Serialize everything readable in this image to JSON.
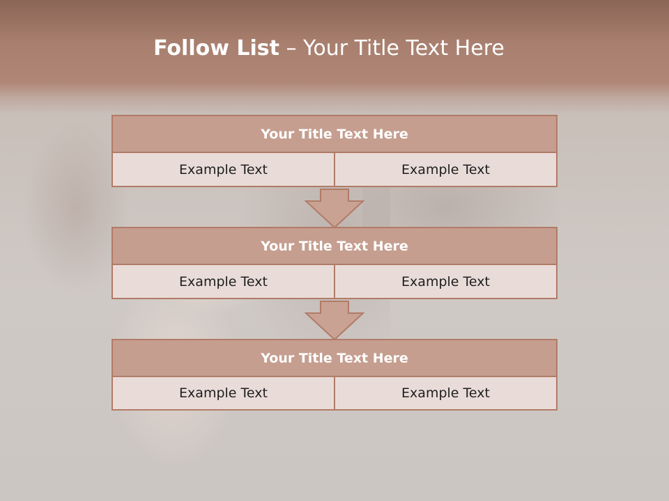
{
  "slide": {
    "title_bold": "Follow List",
    "title_rest": " – Your Title Text Here"
  },
  "steps": [
    {
      "title": "Your Title Text Here",
      "left": "Example Text",
      "right": "Example Text"
    },
    {
      "title": "Your Title Text Here",
      "left": "Example Text",
      "right": "Example Text"
    },
    {
      "title": "Your Title Text Here",
      "left": "Example Text",
      "right": "Example Text"
    }
  ],
  "colors": {
    "header_band": "#a87f6e",
    "box_title_fill": "#c59e8f",
    "box_cell_fill": "#e9dcd8",
    "box_border": "#b17b67",
    "arrow_fill": "#c9a293"
  },
  "icons": [
    "down-arrow-icon",
    "down-arrow-icon"
  ]
}
